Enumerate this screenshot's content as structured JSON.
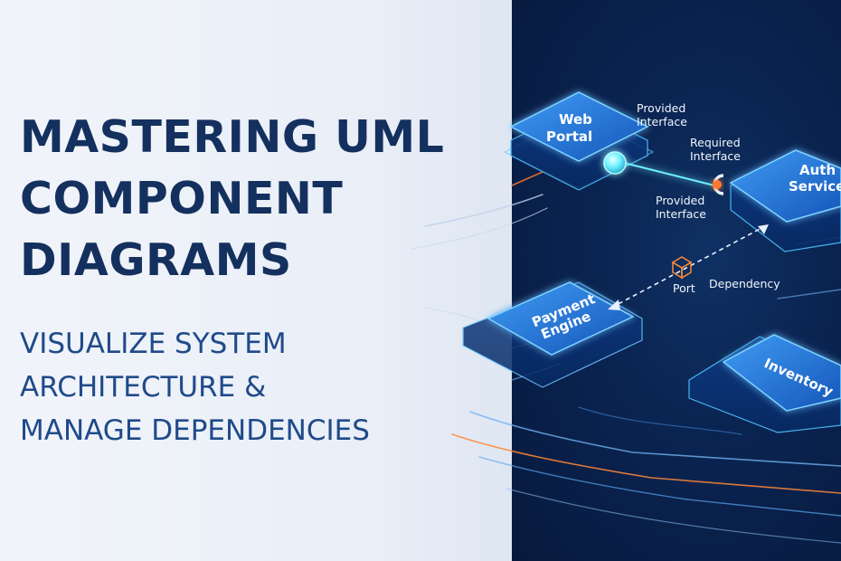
{
  "title": {
    "lines": [
      "MASTERING UML",
      "COMPONENT",
      "DIAGRAMS"
    ]
  },
  "subtitle": {
    "lines": [
      "VISUALIZE SYSTEM",
      "ARCHITECTURE &",
      "MANAGE DEPENDENCIES"
    ]
  },
  "diagram": {
    "components": {
      "web_portal": [
        "Web",
        "Portal"
      ],
      "auth_service": [
        "Auth",
        "Service"
      ],
      "payment_engine": [
        "Payment",
        "Engine"
      ],
      "inventory": [
        "Inventory"
      ]
    },
    "labels": {
      "provided_interface_top": [
        "Provided",
        "Interface"
      ],
      "required_interface": [
        "Required",
        "Interface"
      ],
      "provided_interface_bottom": [
        "Provided",
        "Interface"
      ],
      "port": "Port",
      "dependency": "Dependency"
    },
    "colors": {
      "background_dark": "#0a2350",
      "node_fill": "#1f6fd8",
      "node_glow": "#4ec3ff",
      "interface_ball": "#6ff0ff",
      "socket_accent": "#ff7a2e",
      "title_text": "#14305e",
      "subtitle_text": "#1f4a8a"
    }
  }
}
